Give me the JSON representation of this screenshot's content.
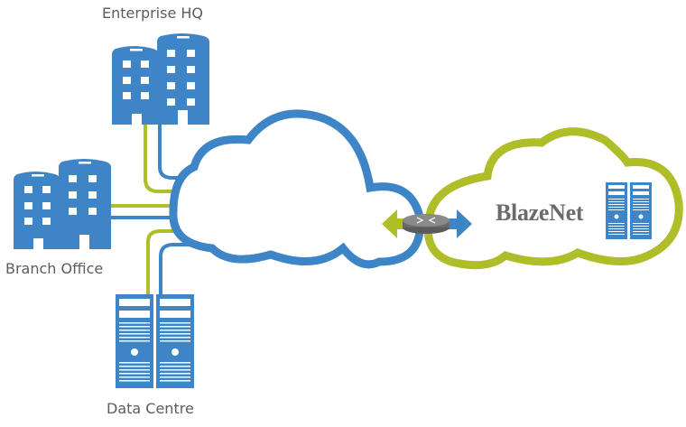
{
  "diagram": {
    "type": "network-topology",
    "colors": {
      "primary_blue": "#3d85c6",
      "accent_green": "#aebd28",
      "label_gray": "#5c5c5c",
      "router_gray": "#777777"
    },
    "nodes": [
      {
        "id": "hq",
        "label": "Enterprise HQ",
        "icon": "office-building-icon"
      },
      {
        "id": "branch",
        "label": "Branch Office",
        "icon": "office-building-icon"
      },
      {
        "id": "dc",
        "label": "Data Centre",
        "icon": "server-rack-icon"
      },
      {
        "id": "wan",
        "label": "",
        "icon": "cloud-icon",
        "color": "blue"
      },
      {
        "id": "blazenet",
        "label": "BlazeNet",
        "icon": "cloud-icon",
        "color": "green"
      },
      {
        "id": "router",
        "label": "",
        "icon": "router-icon"
      }
    ],
    "edges": [
      {
        "from": "hq",
        "to": "wan",
        "links": [
          "green",
          "blue"
        ]
      },
      {
        "from": "branch",
        "to": "wan",
        "links": [
          "green",
          "blue"
        ]
      },
      {
        "from": "dc",
        "to": "wan",
        "links": [
          "green",
          "blue"
        ]
      },
      {
        "from": "wan",
        "to": "blazenet",
        "via": "router",
        "direction": "bidirectional"
      }
    ]
  },
  "labels": {
    "hq": "Enterprise HQ",
    "branch": "Branch Office",
    "dc": "Data Centre",
    "blazenet": "BlazeNet"
  }
}
